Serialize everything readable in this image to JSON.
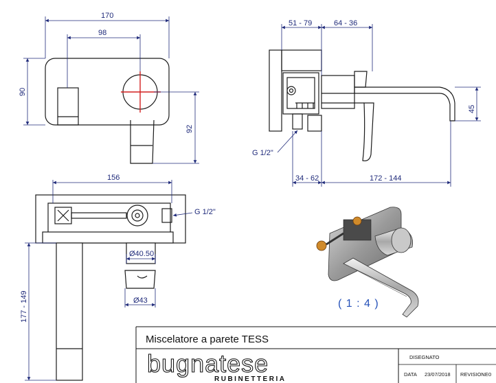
{
  "front_view": {
    "dim_width": "170",
    "dim_spacing": "98",
    "dim_height": "90",
    "dim_depth": "92"
  },
  "side_view": {
    "dim_a": "51 - 79",
    "dim_b": "64 - 36",
    "dim_height": "45",
    "dim_c": "34 - 62",
    "dim_d": "172 - 144",
    "thread": "G 1/2\""
  },
  "top_view": {
    "dim_width": "156",
    "thread": "G 1/2\"",
    "dim_diameter_1": "Ø40.50",
    "dim_diameter_2": "Ø43",
    "dim_length": "177 - 149"
  },
  "iso_view": {
    "scale": "( 1 : 4 )"
  },
  "title_block": {
    "title": "Miscelatore a parete TESS",
    "brand": "bugnatese",
    "brand_sub": "RUBINETTERIA",
    "drawn_label": "DISEGNATO",
    "date_label": "DATA",
    "date_value": "23/07/2018",
    "revision_label": "REVISIONE",
    "revision_value": "0"
  },
  "colors": {
    "dimension": "#1f2a7a",
    "centerline": "#d21f1f",
    "scale_text": "#2450b8"
  }
}
